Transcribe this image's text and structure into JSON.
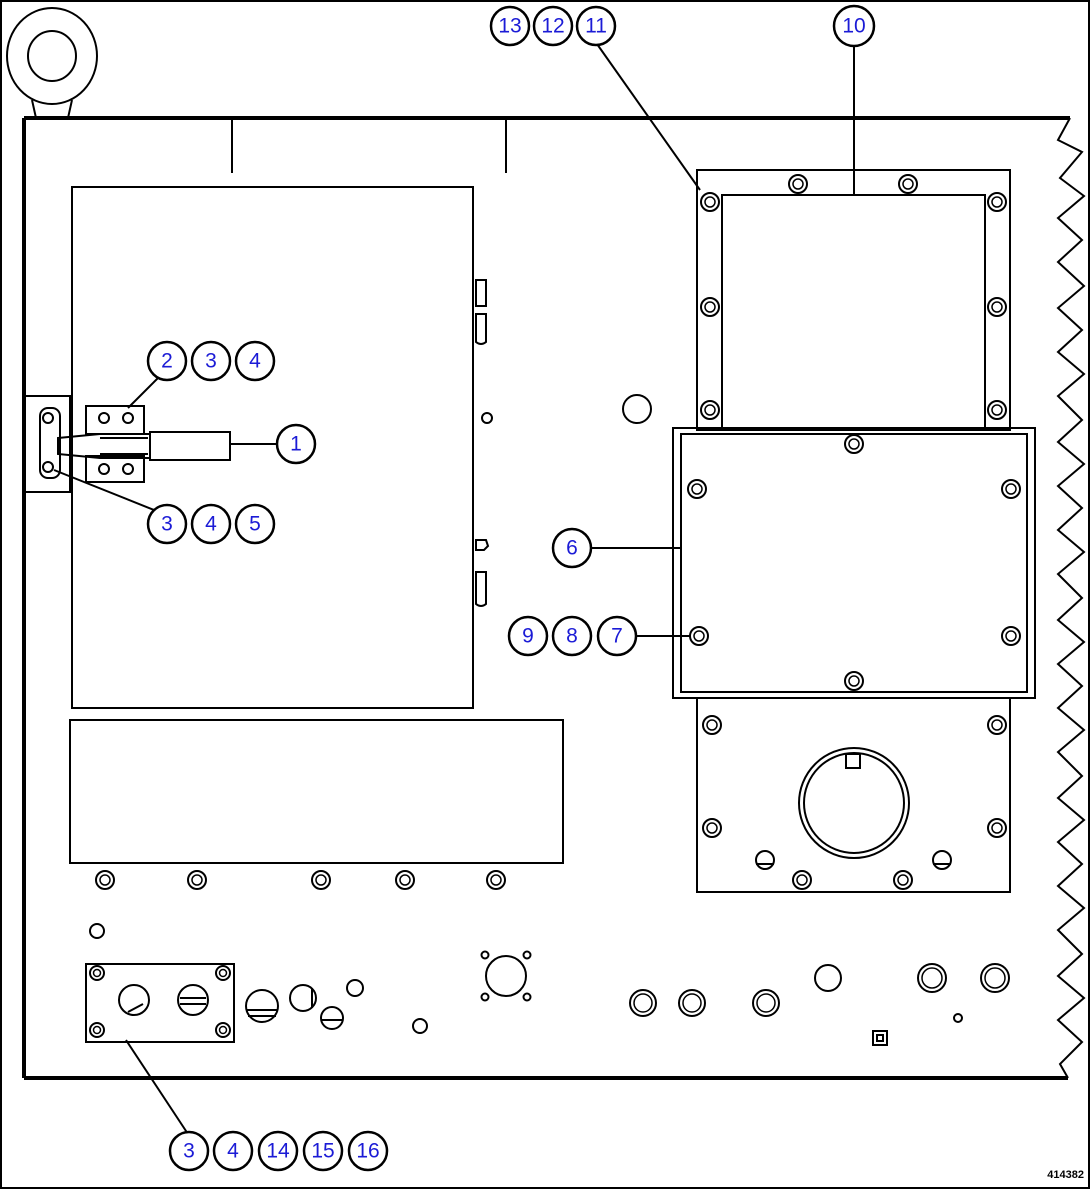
{
  "callouts": {
    "top_group": [
      "13",
      "12",
      "11"
    ],
    "top_right": "10",
    "latch_upper": [
      "2",
      "3",
      "4"
    ],
    "latch_handle": "1",
    "latch_lower": [
      "3",
      "4",
      "5"
    ],
    "cover_plate": "6",
    "cover_bolts": [
      "9",
      "8",
      "7"
    ],
    "bottom_group": [
      "3",
      "4",
      "14",
      "15",
      "16"
    ]
  },
  "drawing_id": "414382",
  "colors": {
    "callout_text": "#1b1bd6",
    "line": "#000000",
    "background": "#ffffff"
  }
}
